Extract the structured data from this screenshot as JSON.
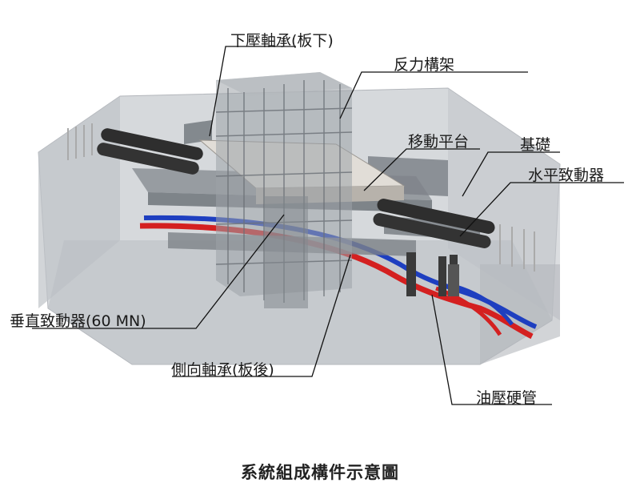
{
  "labels": {
    "lower_bearing": "下壓軸承(板下)",
    "reaction_frame": "反力構架",
    "moving_platform": "移動平台",
    "foundation": "基礎",
    "horizontal_actuator": "水平致動器",
    "vertical_actuator": "垂直致動器(60 MN)",
    "lateral_bearing": "側向軸承(板後)",
    "hydraulic_pipe": "油壓硬管"
  },
  "caption": "系統組成構件示意圖",
  "colors": {
    "concrete": "#c9ccd0",
    "frame": "#8f949a",
    "platform": "#e0dcd6",
    "actuator": "#2e2e2e",
    "pipe_red": "#d42020",
    "pipe_blue": "#1e3fc0",
    "leader": "#111111"
  }
}
